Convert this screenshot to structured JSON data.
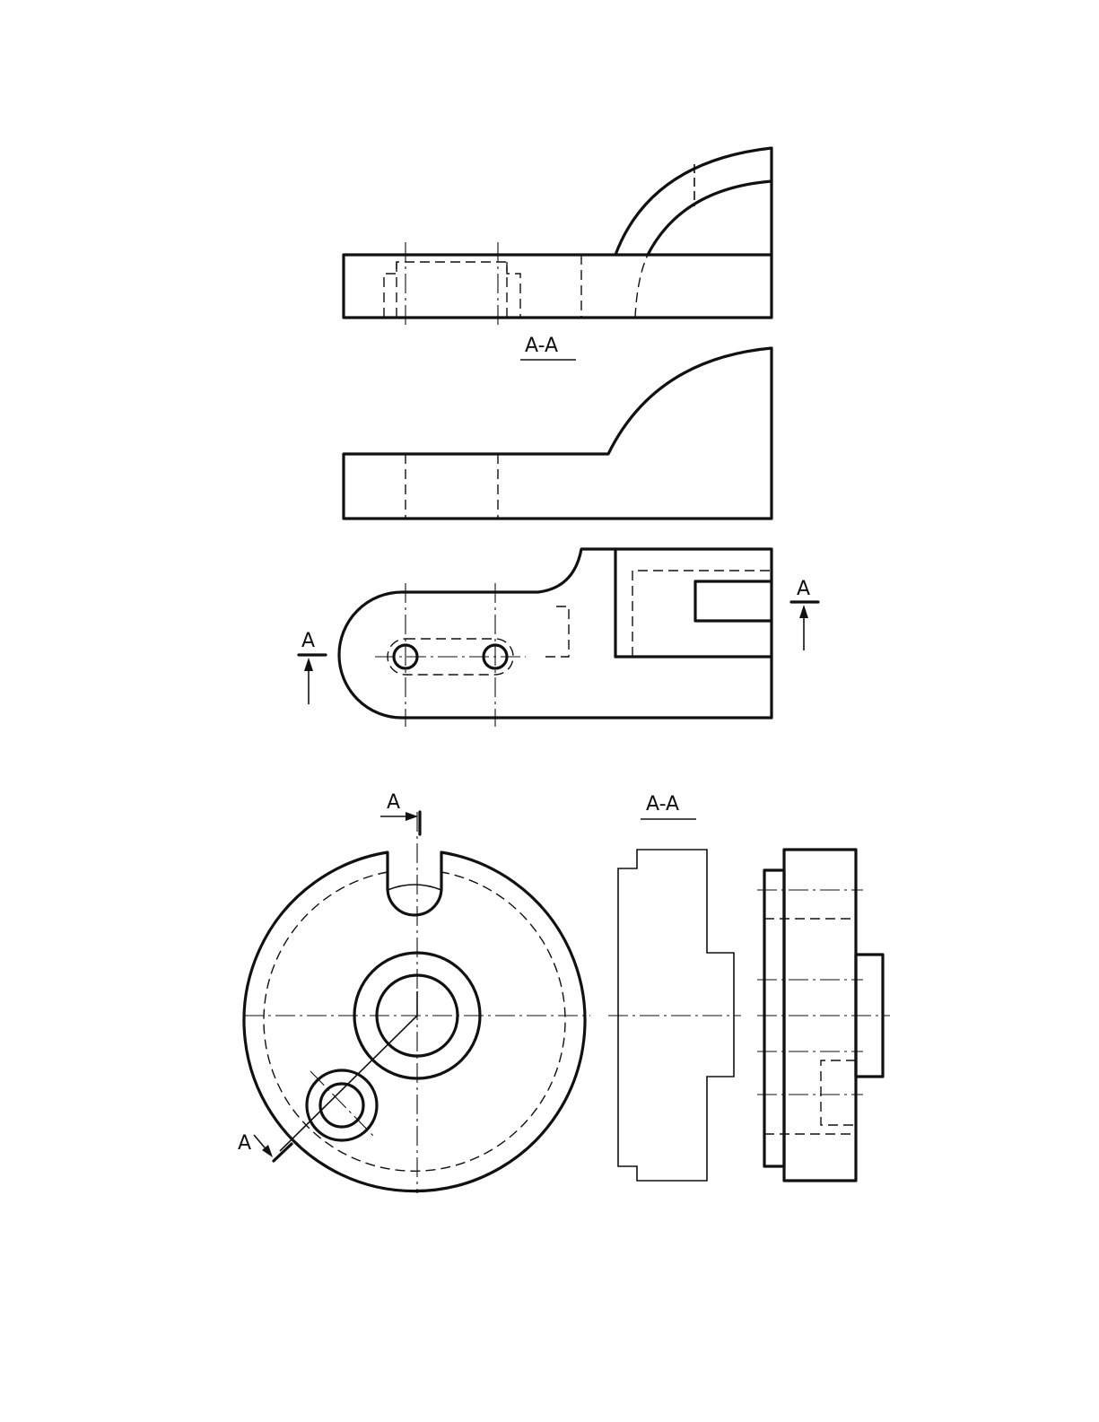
{
  "labels": {
    "top_section_title": "A-A",
    "top_cut_left": "A",
    "top_cut_right": "A",
    "bottom_section_title": "A-A",
    "bottom_cut_top": "A",
    "bottom_cut_bottom": "A"
  }
}
